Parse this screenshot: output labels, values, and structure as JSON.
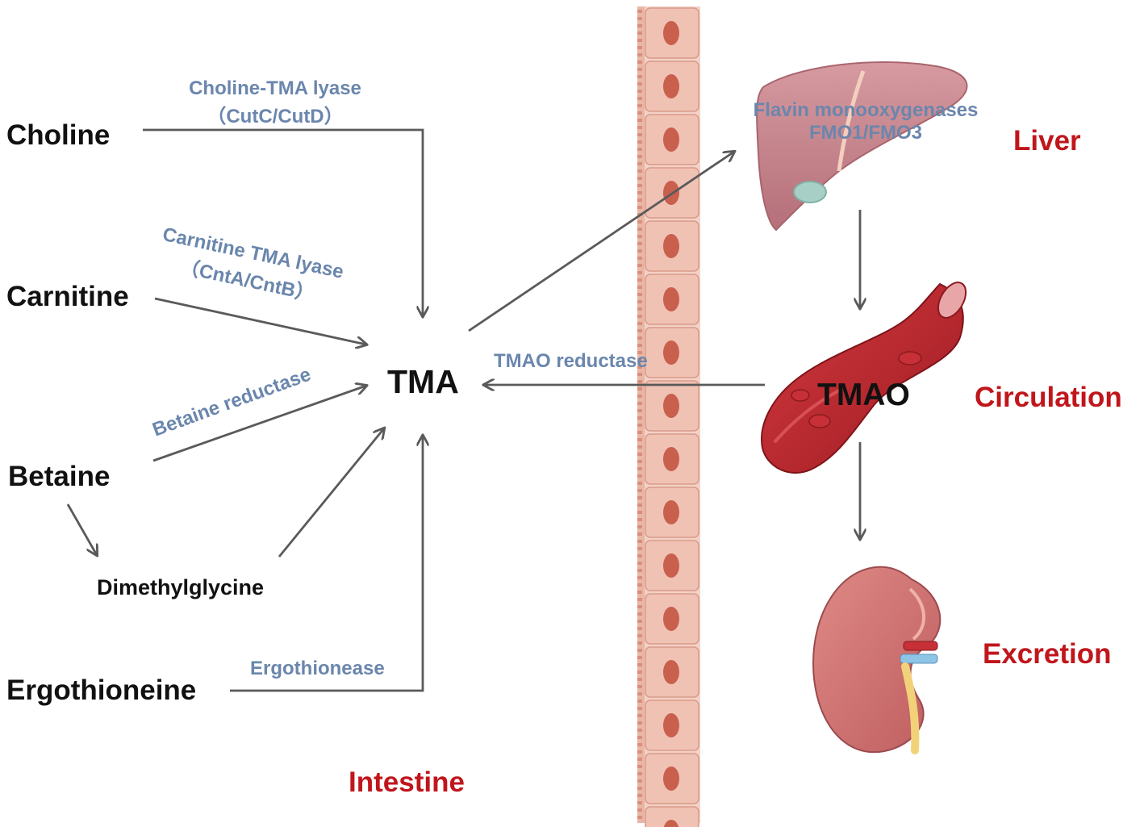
{
  "compounds": {
    "choline": "Choline",
    "carnitine": "Carnitine",
    "betaine": "Betaine",
    "dimethylglycine": "Dimethylglycine",
    "ergothioneine": "Ergothioneine",
    "tma": "TMA",
    "tmao": "TMAO"
  },
  "enzymes": {
    "choline_lyase": "Choline-TMA lyase",
    "choline_lyase_genes": "（CutC/CutD）",
    "carnitine_lyase": "Carnitine TMA lyase",
    "carnitine_lyase_genes": "（CntA/CntB）",
    "betaine_reductase": "Betaine reductase",
    "ergothionease": "Ergothionease",
    "tmao_reductase": "TMAO reductase",
    "fmo": "Flavin monooxygenases",
    "fmo_genes": "FMO1/FMO3"
  },
  "organs": {
    "liver": "Liver",
    "circulation": "Circulation",
    "excretion": "Excretion",
    "intestine": "Intestine"
  },
  "colors": {
    "compound_text": "#111111",
    "enzyme_text": "#6a86ad",
    "organ_text": "#c0161c",
    "arrow": "#5a5a5a",
    "intestinal_wall": "#e6a896",
    "liver": "#c27f86",
    "blood_vessel": "#b8232a",
    "kidney": "#cc6f6f"
  }
}
